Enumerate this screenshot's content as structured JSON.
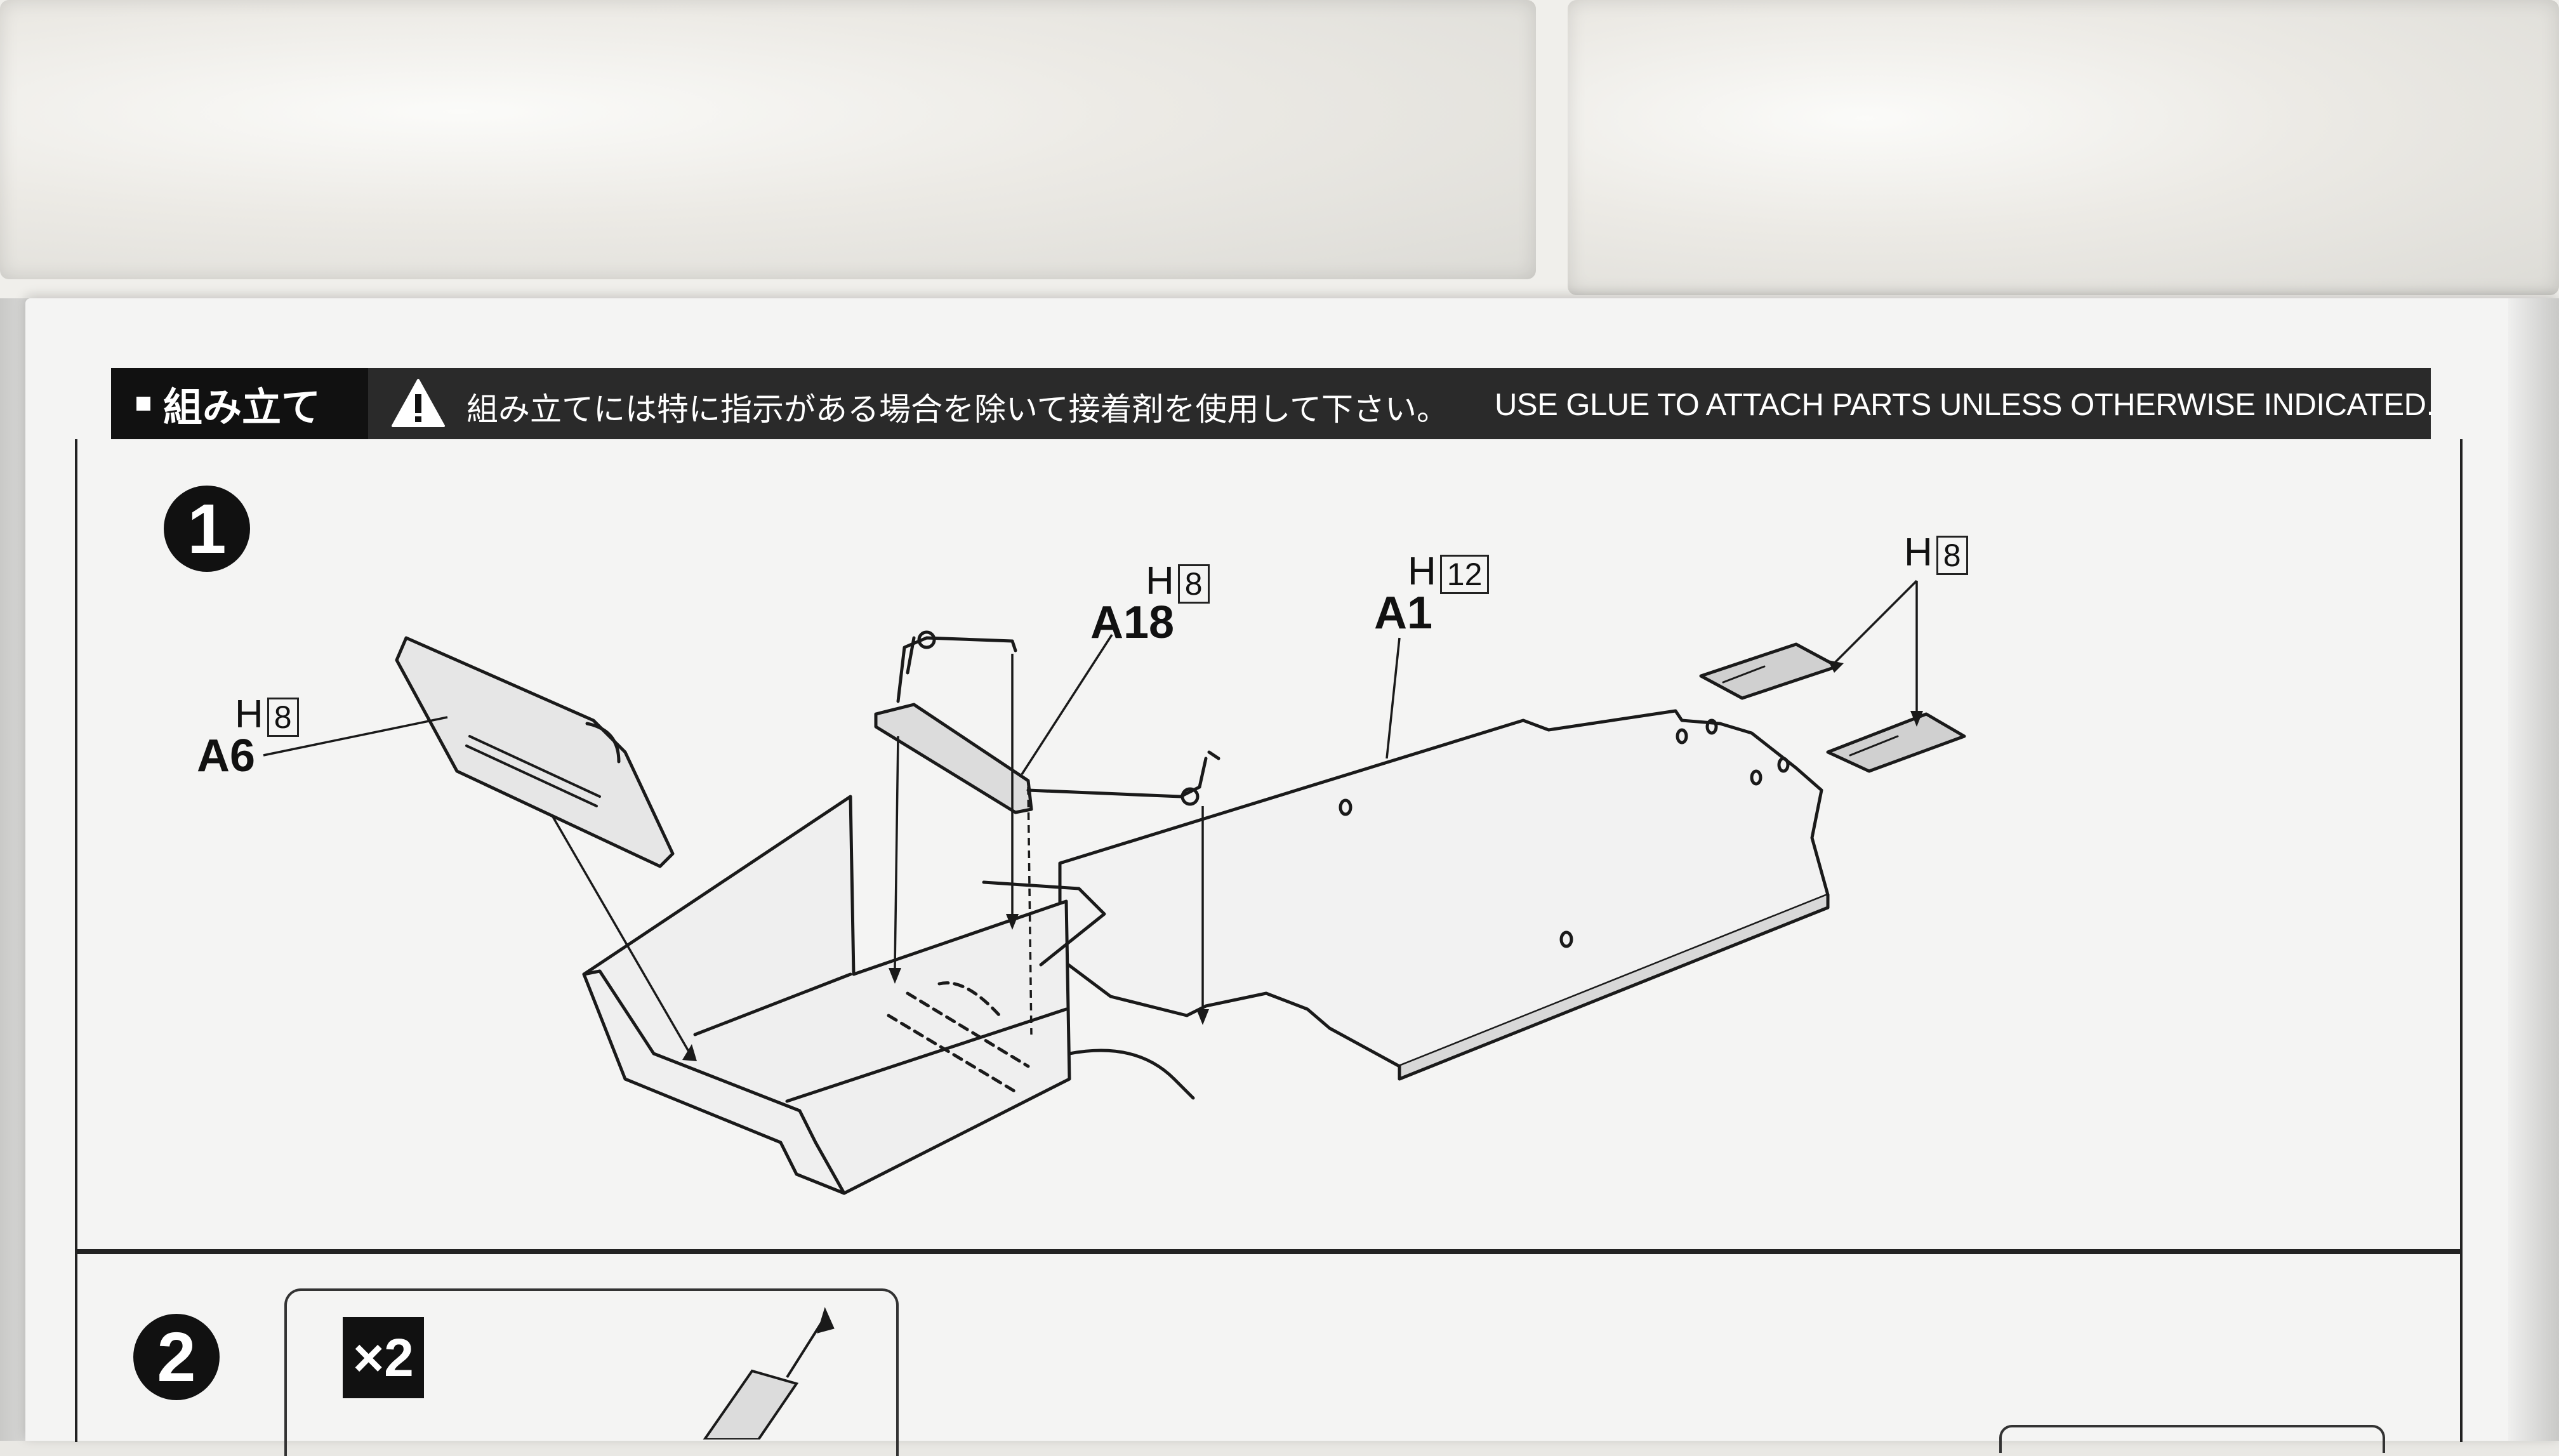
{
  "header": {
    "title": "組み立て",
    "warning_icon": "warning-triangle-icon",
    "notice_jp": "組み立てには特に指示がある場合を除いて接着剤を使用して下さい。",
    "notice_en": "USE GLUE TO ATTACH PARTS UNLESS OTHERWISE INDICATED."
  },
  "steps": {
    "step1_number": "1",
    "step2_number": "2",
    "step2_multiplier": "×2"
  },
  "parts": {
    "a6": {
      "name": "A6",
      "sheet": "H",
      "qty": "8"
    },
    "a18": {
      "name": "A18",
      "sheet": "H",
      "qty": "8"
    },
    "a1": {
      "name": "A1",
      "sheet": "H",
      "qty": "12"
    },
    "pads": {
      "sheet": "H",
      "qty": "8"
    }
  },
  "colors": {
    "header_bg": "#2a2a2a",
    "ink": "#111111",
    "paper": "#f4f4f3"
  }
}
